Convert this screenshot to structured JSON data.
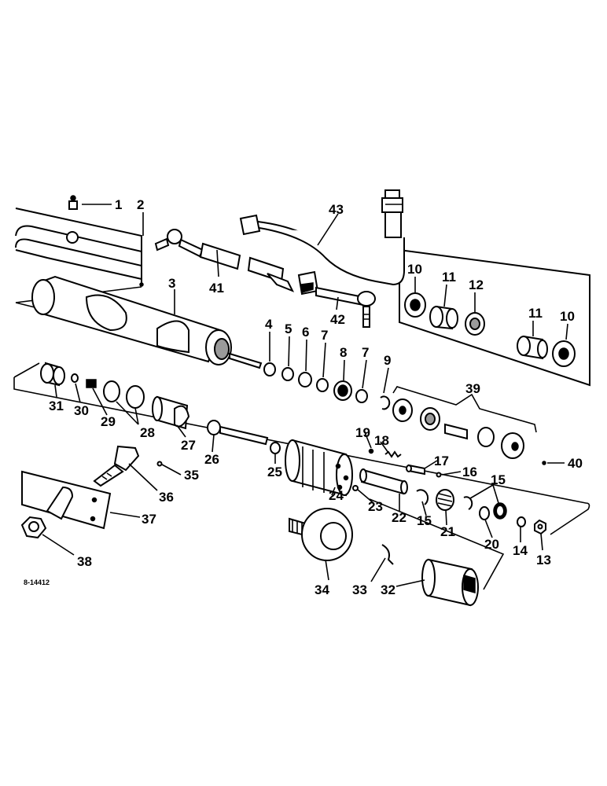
{
  "diagram": {
    "reference": "8-14412",
    "callouts": [
      "1",
      "2",
      "3",
      "4",
      "5",
      "6",
      "7",
      "7",
      "8",
      "9",
      "10",
      "11",
      "12",
      "11",
      "10",
      "39",
      "40",
      "19",
      "18",
      "17",
      "16",
      "15",
      "15",
      "31",
      "30",
      "29",
      "28",
      "27",
      "26",
      "25",
      "24",
      "23",
      "22",
      "21",
      "20",
      "14",
      "13",
      "35",
      "36",
      "37",
      "38",
      "34",
      "33",
      "32",
      "41",
      "42",
      "43"
    ]
  }
}
